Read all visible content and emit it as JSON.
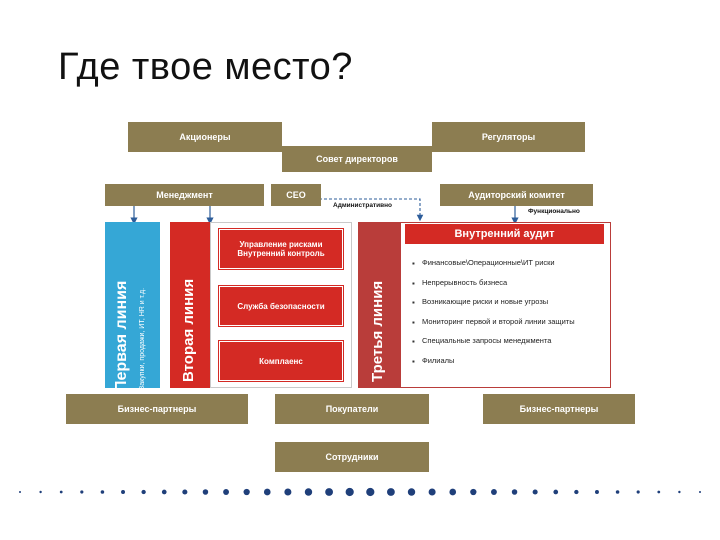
{
  "title": "Где твое место?",
  "top": {
    "shareholders": "Акционеры",
    "regulators": "Регуляторы",
    "board": "Совет директоров",
    "management": "Менеджмент",
    "ceo": "CEO",
    "audit_committee": "Аудиторский комитет",
    "administrative": "Административно",
    "functional": "Функционально"
  },
  "first_line": {
    "title": "Первая линия",
    "subtitle": "Закупки, продажи, ИТ, HR и т.д."
  },
  "second_line": {
    "title": "Вторая линия",
    "items": [
      {
        "line1": "Управление рисками",
        "line2": "Внутренний контроль"
      },
      {
        "line1": "Служба безопасности",
        "line2": ""
      },
      {
        "line1": "Комплаенс",
        "line2": ""
      }
    ]
  },
  "third_line": {
    "title": "Третья линия",
    "header": "Внутренний аудит",
    "bullets": [
      "Финансовые\\Операционные\\ИТ риски",
      "Непрерывность бизнеса",
      "Возникающие риски и новые угрозы",
      "Мониторинг первой и второй линии защиты",
      "Специальные запросы менеджмента",
      "Филиалы"
    ]
  },
  "bottom": {
    "partners_left": "Бизнес-партнеры",
    "customers": "Покупатели",
    "partners_right": "Бизнес-партнеры",
    "employees": "Сотрудники"
  },
  "colors": {
    "olive": "#8c7d51",
    "blue": "#35a7d6",
    "red": "#d42a24",
    "dark_red": "#b93d3a",
    "dots": "#1f3f7a"
  }
}
